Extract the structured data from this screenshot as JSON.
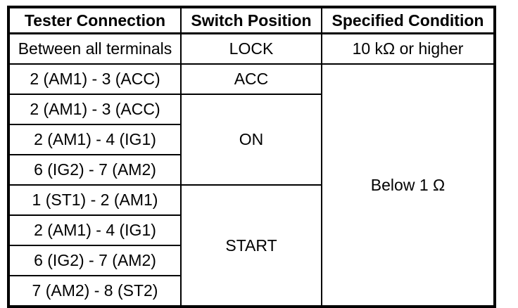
{
  "colors": {
    "background": "#ffffff",
    "border": "#000000",
    "text": "#000000"
  },
  "table": {
    "columns": [
      {
        "label": "Tester Connection"
      },
      {
        "label": "Switch Position"
      },
      {
        "label": "Specified Condition"
      }
    ],
    "tester_connections": [
      "Between all terminals",
      "2 (AM1) - 3 (ACC)",
      "2 (AM1) - 3 (ACC)",
      "2 (AM1) - 4 (IG1)",
      "6 (IG2) - 7 (AM2)",
      "1 (ST1) - 2 (AM1)",
      "2 (AM1) - 4 (IG1)",
      "6 (IG2) - 7 (AM2)",
      "7 (AM2) - 8 (ST2)"
    ],
    "switch_positions": [
      {
        "label": "LOCK",
        "rowspan": 1
      },
      {
        "label": "ACC",
        "rowspan": 1
      },
      {
        "label": "ON",
        "rowspan": 3
      },
      {
        "label": "START",
        "rowspan": 4
      }
    ],
    "specified_conditions": [
      {
        "label": "10 kΩ or higher",
        "rowspan": 1
      },
      {
        "label": "Below 1 Ω",
        "rowspan": 8
      }
    ]
  }
}
